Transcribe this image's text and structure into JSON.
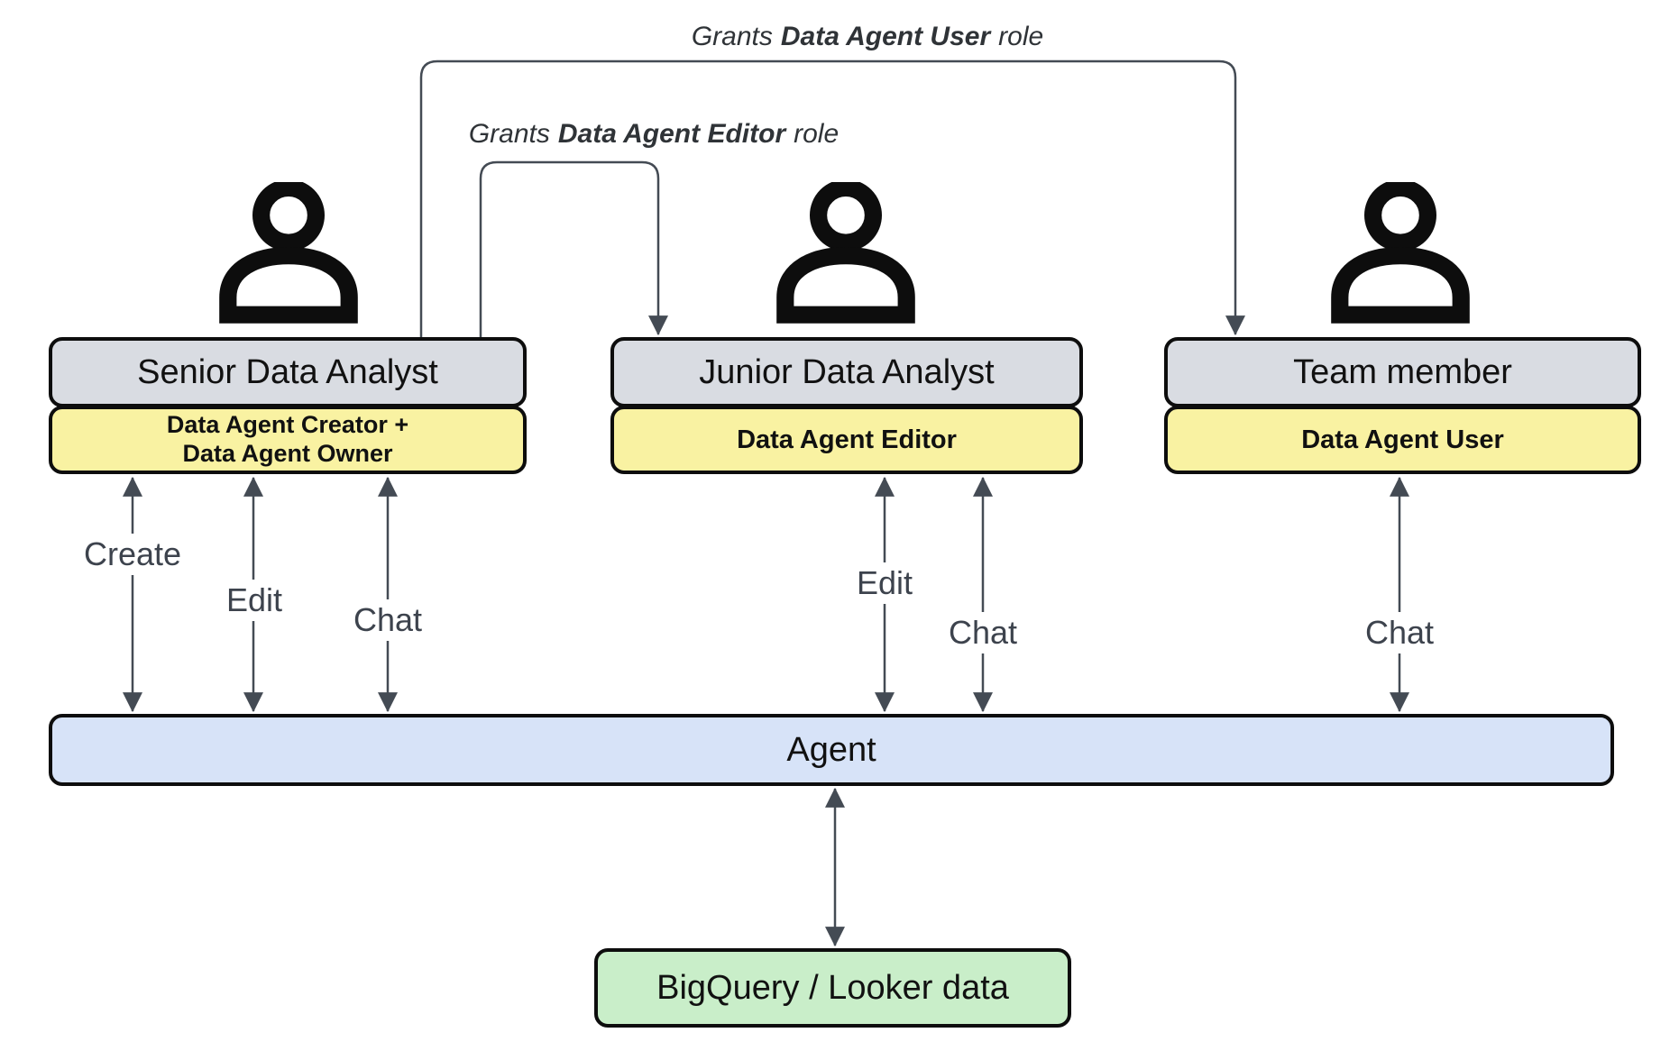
{
  "grant_arrows": {
    "user": {
      "prefix": "Grants",
      "bold": "Data Agent User",
      "suffix": "role"
    },
    "editor": {
      "prefix": "Grants",
      "bold": "Data Agent Editor",
      "suffix": "role"
    }
  },
  "actors": {
    "senior": {
      "title": "Senior Data Analyst",
      "role_line1": "Data Agent Creator +",
      "role_line2": "Data Agent Owner",
      "actions": {
        "create": "Create",
        "edit": "Edit",
        "chat": "Chat"
      }
    },
    "junior": {
      "title": "Junior Data Analyst",
      "role": "Data Agent Editor",
      "actions": {
        "edit": "Edit",
        "chat": "Chat"
      }
    },
    "team": {
      "title": "Team member",
      "role": "Data Agent User",
      "actions": {
        "chat": "Chat"
      }
    }
  },
  "agent": {
    "label": "Agent"
  },
  "data_source": {
    "label": "BigQuery / Looker data"
  },
  "colors": {
    "actor_fill": "#d9dce2",
    "role_fill": "#f9f2a2",
    "agent_fill": "#d7e3f8",
    "data_fill": "#c9eec9",
    "arrow": "#444b54",
    "border": "#0d0d0d"
  }
}
